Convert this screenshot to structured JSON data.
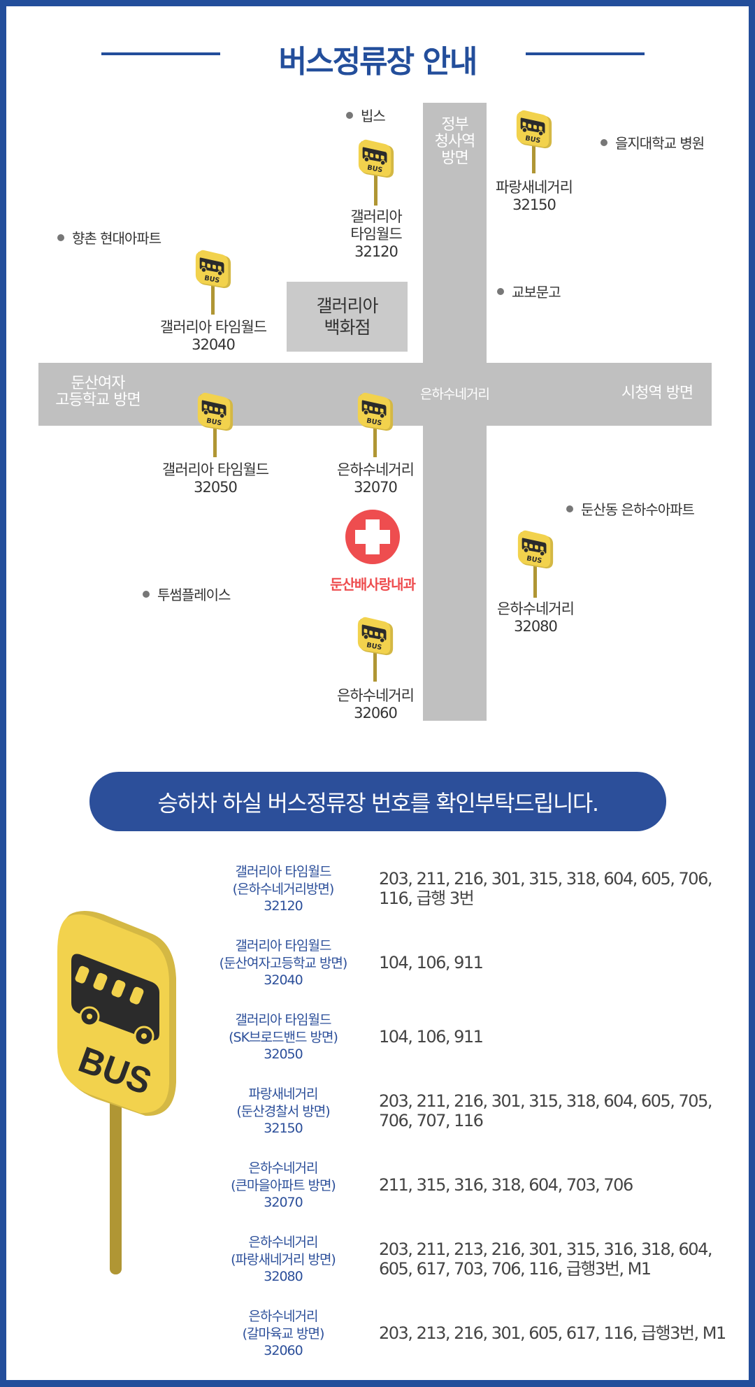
{
  "title": "버스정류장 안내",
  "colors": {
    "brand": "#234e9b",
    "road": "#c0c0c0",
    "sign_yellow": "#f2d24d",
    "pole": "#b09634",
    "hospital": "#ee4d4f"
  },
  "map": {
    "roads": {
      "north_label": "정부\n청사역\n방면",
      "west_label": "둔산여자\n고등학교 방면",
      "east_label": "시청역 방면",
      "intersection_label": "은하수네거리"
    },
    "building": "갤러리아\n백화점",
    "landmarks": [
      {
        "name": "빕스"
      },
      {
        "name": "을지대학교 병원"
      },
      {
        "name": "향촌 현대아파트"
      },
      {
        "name": "교보문고"
      },
      {
        "name": "둔산동 은하수아파트"
      },
      {
        "name": "투썸플레이스"
      }
    ],
    "hospital": {
      "name": "둔산배사랑내과",
      "icon": "medical-cross-icon"
    },
    "stops": [
      {
        "name": "갤러리아\n타임월드",
        "number": "32120"
      },
      {
        "name": "파랑새네거리",
        "number": "32150"
      },
      {
        "name": "갤러리아 타임월드",
        "number": "32040"
      },
      {
        "name": "갤러리아 타임월드",
        "number": "32050"
      },
      {
        "name": "은하수네거리",
        "number": "32070"
      },
      {
        "name": "은하수네거리",
        "number": "32080"
      },
      {
        "name": "은하수네거리",
        "number": "32060"
      }
    ],
    "sign_text": "BUS"
  },
  "banner": "승하차 하실 버스정류장 번호를 확인부탁드립니다.",
  "routes": [
    {
      "stop": "갤러리아 타임월드",
      "direction": "(은하수네거리방면)",
      "number": "32120",
      "buses": "203, 211, 216, 301, 315, 318, 604, 605, 706, 116, 급행 3번"
    },
    {
      "stop": "갤러리아 타임월드",
      "direction": "(둔산여자고등학교 방면)",
      "number": "32040",
      "buses": "104, 106, 911"
    },
    {
      "stop": "갤러리아 타임월드",
      "direction": "(SK브로드밴드 방면)",
      "number": "32050",
      "buses": "104, 106, 911"
    },
    {
      "stop": "파랑새네거리",
      "direction": "(둔산경찰서 방면)",
      "number": "32150",
      "buses": "203, 211, 216, 301, 315, 318, 604, 605, 705, 706, 707, 116"
    },
    {
      "stop": "은하수네거리",
      "direction": "(큰마을아파트 방면)",
      "number": "32070",
      "buses": "211, 315, 316, 318, 604, 703, 706"
    },
    {
      "stop": "은하수네거리",
      "direction": "(파랑새네거리 방면)",
      "number": "32080",
      "buses": "203, 211, 213, 216, 301, 315, 316, 318, 604, 605, 617, 703, 706, 116, 급행3번, M1"
    },
    {
      "stop": "은하수네거리",
      "direction": "(갈마육교 방면)",
      "number": "32060",
      "buses": "203, 213, 216, 301, 605, 617, 116, 급행3번, M1"
    }
  ],
  "big_sign_text": "BUS"
}
